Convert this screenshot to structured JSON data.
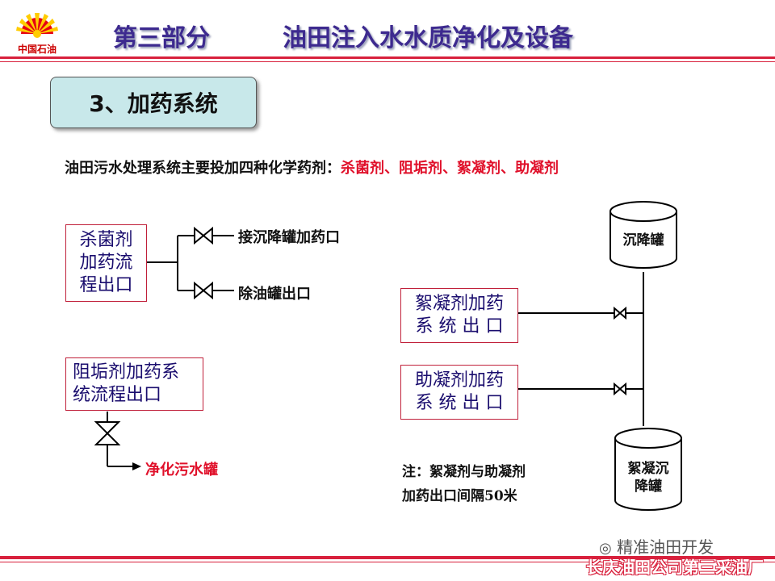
{
  "header": {
    "logo_text": "中国石油",
    "part_label": "第三部分",
    "title": "油田注入水水质净化及设备"
  },
  "section": {
    "title": "3、加药系统"
  },
  "intro": {
    "prefix": "油田污水处理系统主要投加四种化学药剂：",
    "highlight": "杀菌剂、阻垢剂、絮凝剂、助凝剂"
  },
  "left_diagram": {
    "bactericide_box": [
      "杀菌剂",
      "加药流",
      "程出口"
    ],
    "branch_top_label": "接沉降罐加药口",
    "branch_bottom_label": "除油罐出口",
    "antiscale_box": [
      "阻垢剂加药系",
      "统流程出口"
    ],
    "antiscale_target": "净化污水罐"
  },
  "right_diagram": {
    "tank_top": "沉降罐",
    "flocculant_box": [
      "絮凝剂加药",
      "系 统 出 口"
    ],
    "coagulant_aid_box": [
      "助凝剂加药",
      "系 统 出 口"
    ],
    "tank_bottom": [
      "絮凝沉",
      "降罐"
    ],
    "note_lines": [
      "注：絮凝剂与助凝剂",
      "加药出口间隔50米"
    ]
  },
  "watermark": "精准油田开发",
  "footer": {
    "org": "长庆油田公司第三采油厂"
  },
  "colors": {
    "accent_red": "#d8203c",
    "title_purple": "#3d2a8f",
    "section_fill": "#c8e8ea"
  }
}
